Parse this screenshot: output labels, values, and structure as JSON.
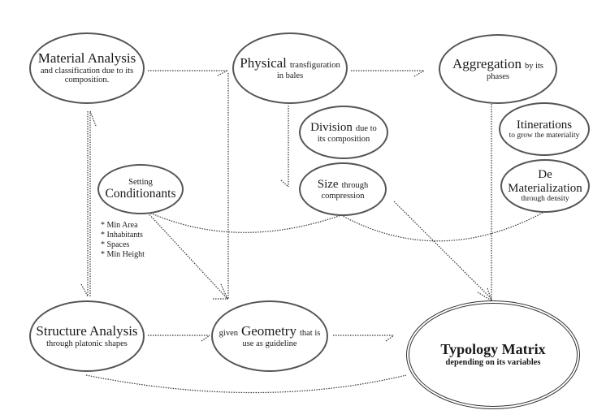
{
  "diagram": {
    "nodes": {
      "material": {
        "title": "Material Analysis",
        "subtitle": "and classification due to its composition."
      },
      "physical": {
        "title": "Physical",
        "title_suffix": "transfiguration",
        "subtitle": "in bales"
      },
      "aggregation": {
        "title": "Aggregation",
        "title_suffix": "by its",
        "subtitle": "phases"
      },
      "division": {
        "title": "Division",
        "title_suffix": "due to",
        "subtitle": "its composition"
      },
      "itinerations": {
        "title": "Itinerations",
        "subtitle": "to grow the materiality"
      },
      "conditionants": {
        "pretitle": "Setting",
        "title": "Conditionants"
      },
      "size": {
        "title": "Size",
        "title_suffix": "through",
        "subtitle": "compression"
      },
      "dematerialization": {
        "pretitle": "De",
        "title": "Materialization",
        "subtitle": "through density"
      },
      "structure": {
        "title": "Structure Analysis",
        "subtitle": "through platonic shapes"
      },
      "geometry": {
        "title_prefix": "given",
        "title": "Geometry",
        "title_suffix": "that is",
        "subtitle": "use as guideline"
      },
      "typology": {
        "title": "Typology Matrix",
        "subtitle": "depending on its variables"
      }
    },
    "conditions_list": [
      "* Min Area",
      "* Inhabitants",
      "* Spaces",
      "* Min Height"
    ],
    "edges": [
      {
        "from": "material",
        "to": "physical"
      },
      {
        "from": "physical",
        "to": "aggregation"
      },
      {
        "from": "physical",
        "to": "size"
      },
      {
        "from": "material",
        "to": "structure"
      },
      {
        "from": "structure",
        "to": "material"
      },
      {
        "from": "structure",
        "to": "geometry"
      },
      {
        "from": "geometry",
        "to": "typology"
      },
      {
        "from": "conditionants",
        "to": "geometry"
      },
      {
        "from": "physical",
        "to": "geometry"
      },
      {
        "from": "size",
        "to": "typology"
      },
      {
        "from": "aggregation",
        "to": "typology"
      },
      {
        "from": "conditionants",
        "to": "dematerialization"
      },
      {
        "from": "structure",
        "to": "typology"
      }
    ],
    "colors": {
      "line": "#333333",
      "border": "#555555"
    }
  }
}
